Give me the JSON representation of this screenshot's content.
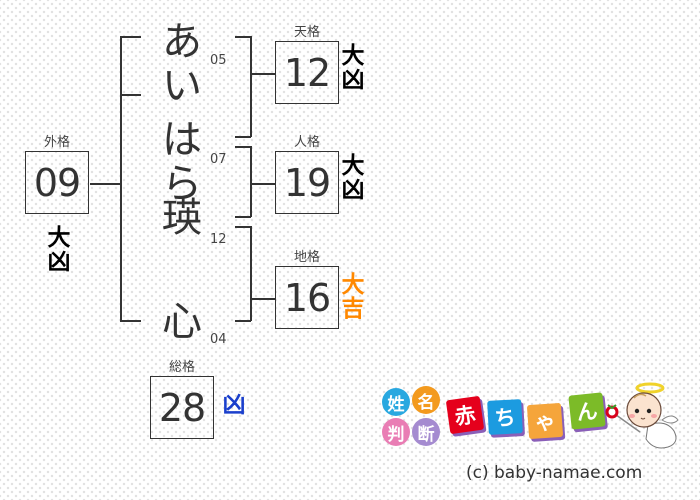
{
  "name": {
    "characters": [
      "あ",
      "い",
      "は",
      "ら",
      "瑛",
      "心"
    ],
    "strokes": {
      "surname_top": "05",
      "surname_given_join": "07",
      "given_first": "12",
      "given_last": "04"
    }
  },
  "results": {
    "tenkaku": {
      "label": "天格",
      "value": "12",
      "verdict": [
        "大",
        "凶"
      ],
      "color": "#000000"
    },
    "jinkaku": {
      "label": "人格",
      "value": "19",
      "verdict": [
        "大",
        "凶"
      ],
      "color": "#000000"
    },
    "chikaku": {
      "label": "地格",
      "value": "16",
      "verdict": [
        "大",
        "吉"
      ],
      "color": "#ff8800"
    },
    "gaikaku": {
      "label": "外格",
      "value": "09",
      "verdict": [
        "大",
        "凶"
      ],
      "color": "#000000"
    },
    "soukaku": {
      "label": "総格",
      "value": "28",
      "verdict": [
        "凶"
      ],
      "color": "#1a3fcc"
    }
  },
  "logo": {
    "circles": [
      {
        "char": "姓",
        "color": "#29a8e0"
      },
      {
        "char": "名",
        "color": "#f39a1e"
      },
      {
        "char": "判",
        "color": "#e97db4"
      },
      {
        "char": "断",
        "color": "#a58bd0"
      }
    ],
    "tiles": [
      {
        "char": "赤",
        "color": "#e5001c"
      },
      {
        "char": "ち",
        "color": "#1c9be0"
      },
      {
        "char": "ゃ",
        "color": "#f5a53b"
      },
      {
        "char": "ん",
        "color": "#7cbb28"
      }
    ],
    "mascot": "angel-baby"
  },
  "footer": {
    "copyright": "(c) baby-namae.com"
  }
}
